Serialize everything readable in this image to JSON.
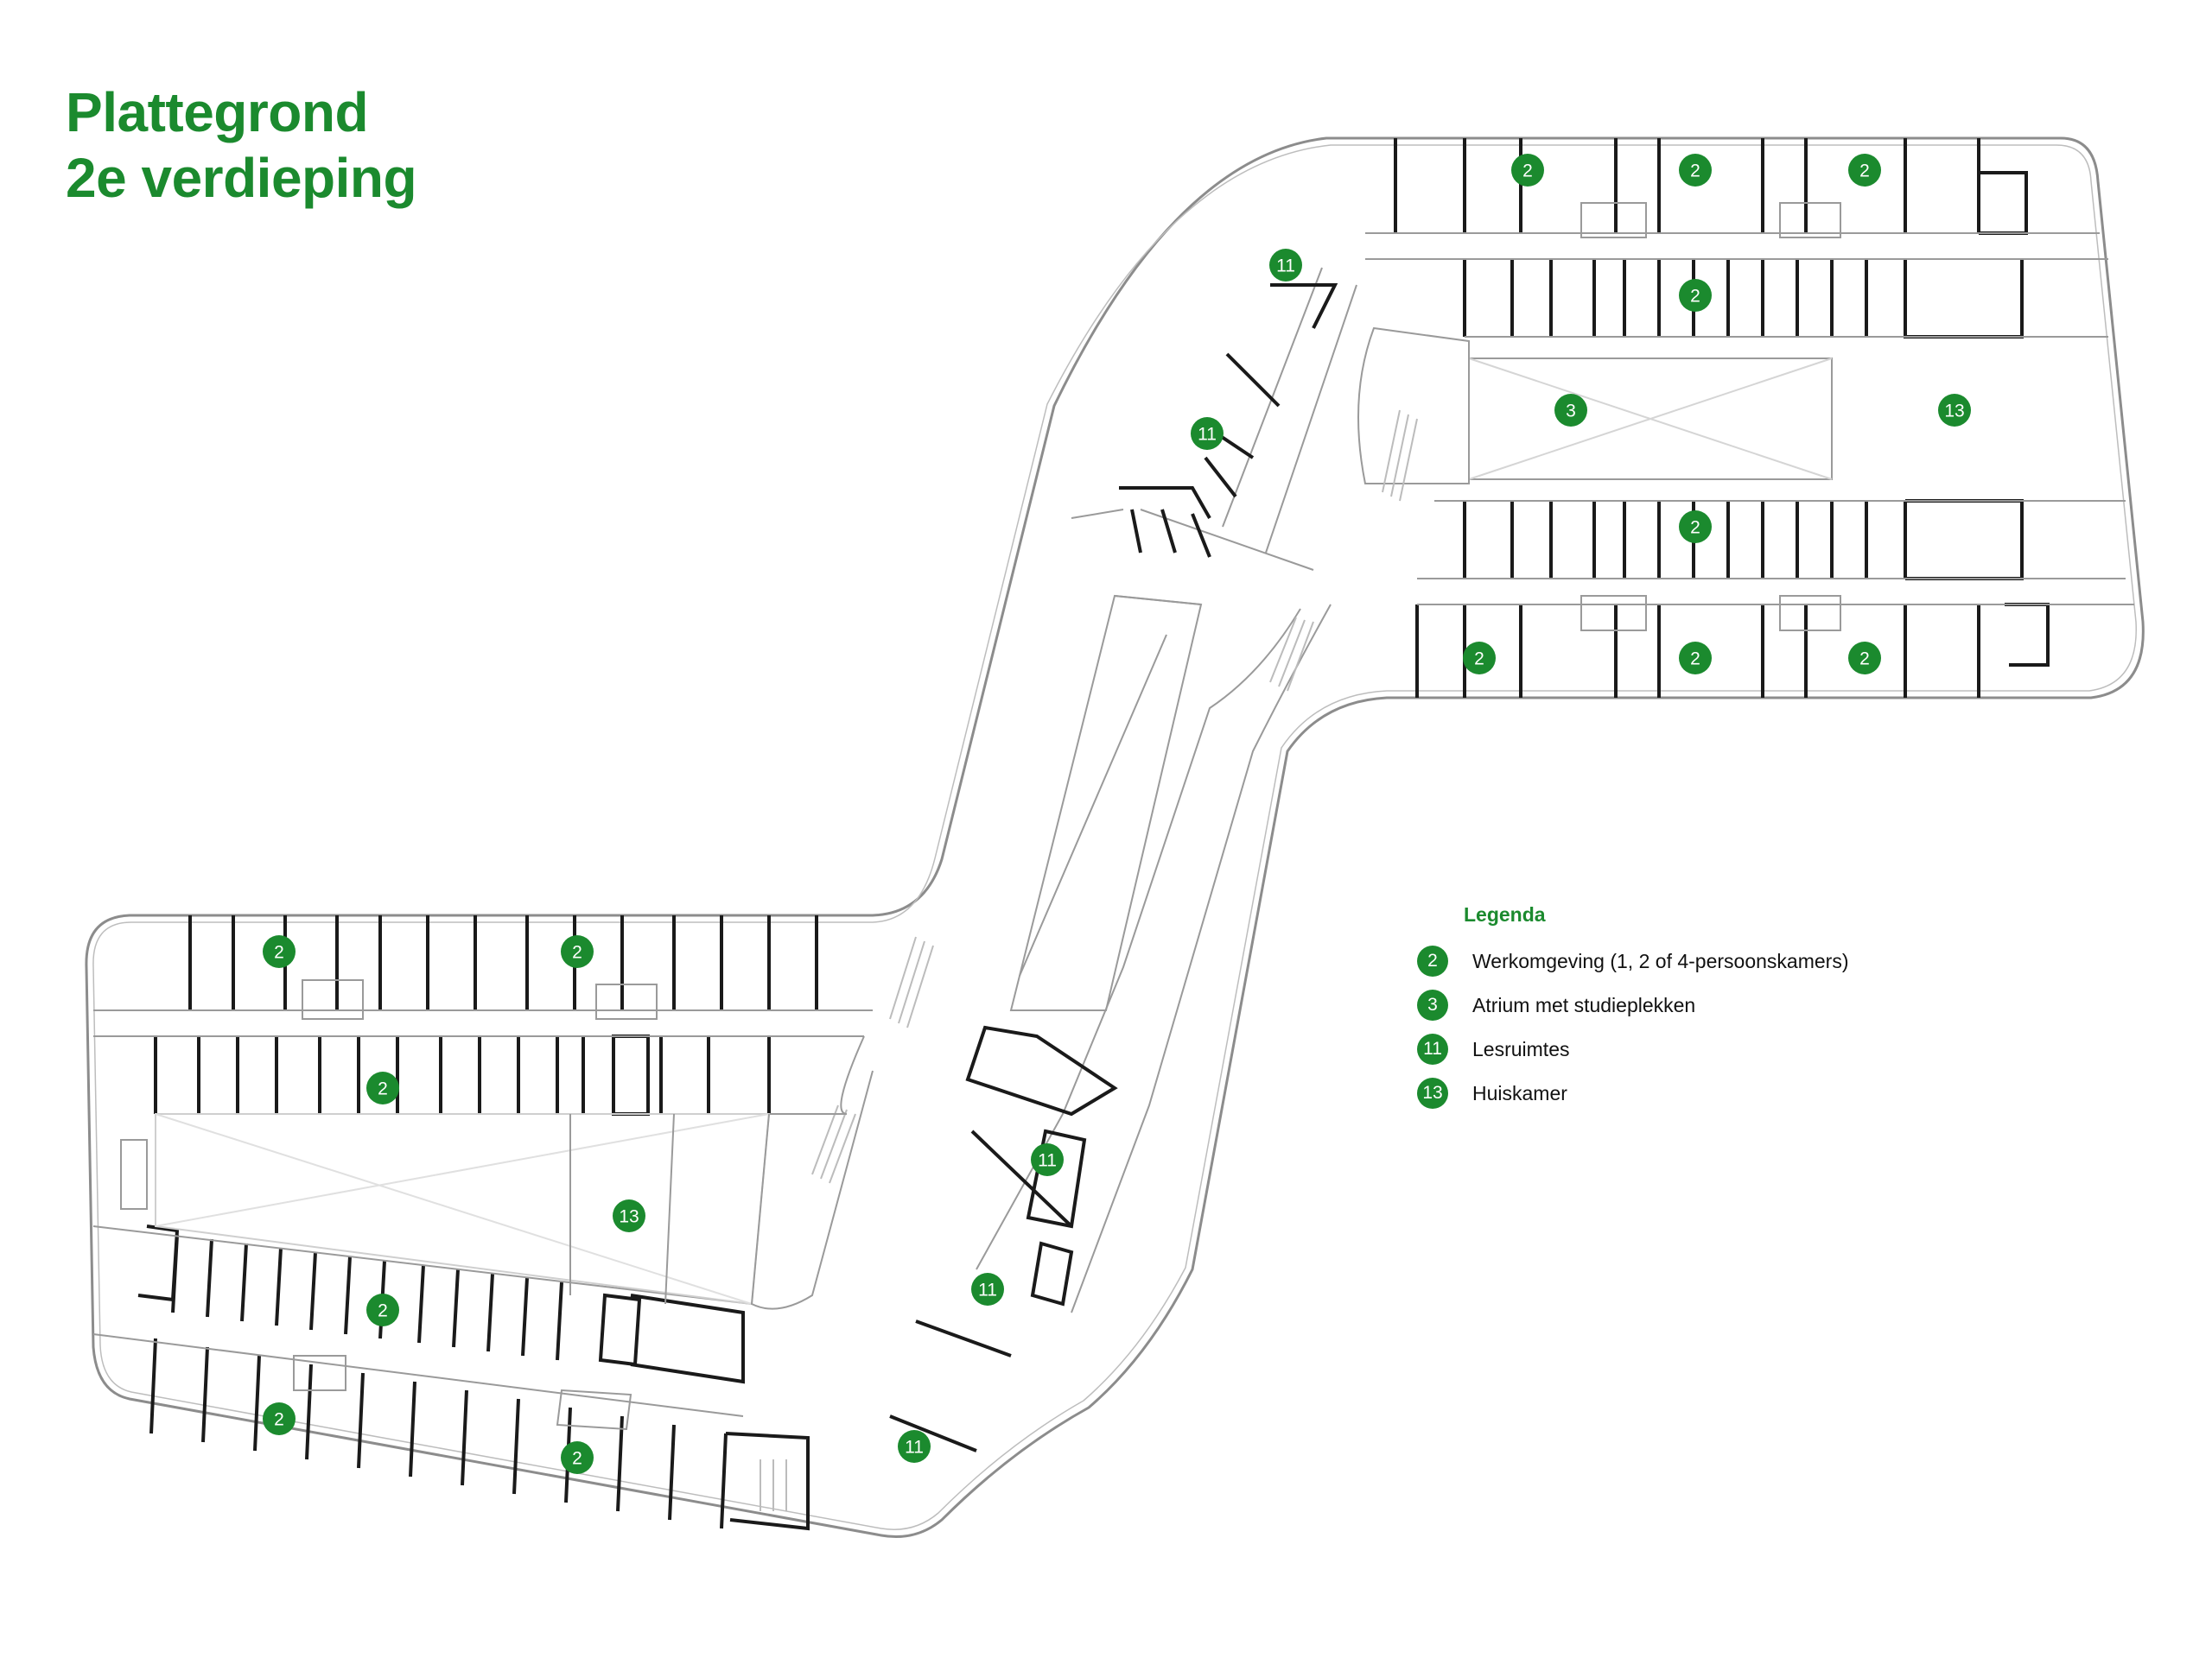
{
  "title": {
    "line1": "Plattegrond",
    "line2": "2e verdieping"
  },
  "legend": {
    "title": "Legenda",
    "items": [
      {
        "num": "2",
        "label": "Werkomgeving (1, 2 of 4-persoonskamers)"
      },
      {
        "num": "3",
        "label": "Atrium met studieplekken"
      },
      {
        "num": "11",
        "label": "Lesruimtes"
      },
      {
        "num": "13",
        "label": "Huiskamer"
      }
    ]
  },
  "markers": [
    "2",
    "2",
    "2",
    "2",
    "13",
    "3",
    "2",
    "2",
    "2",
    "2",
    "11",
    "11",
    "2",
    "2",
    "2",
    "13",
    "2",
    "11",
    "11",
    "11",
    "2",
    "2"
  ],
  "colors": {
    "accent": "#1b8a2e",
    "walls": "#1a1a1a",
    "outline": "#8c8c8c"
  }
}
